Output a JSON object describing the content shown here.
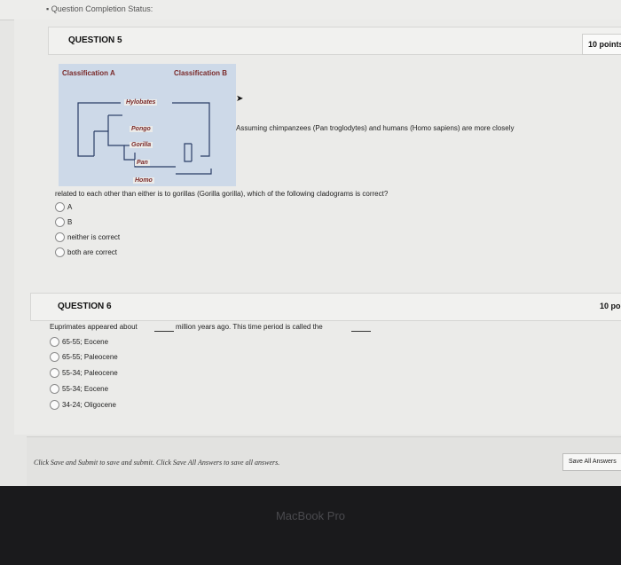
{
  "status": {
    "label": "Question Completion Status:"
  },
  "q5": {
    "title": "QUESTION 5",
    "points": "10 points",
    "classification_a": "Classification A",
    "classification_b": "Classification B",
    "taxa": [
      "Hylobates",
      "Pongo",
      "Gorilla",
      "Pan",
      "Homo"
    ],
    "prompt_line1": "Assuming chimpanzees (Pan troglodytes) and humans (Homo sapiens) are more closely",
    "prompt_line2": "related to each other than either is to gorillas (Gorilla gorilla), which of the following cladograms is correct?",
    "options": [
      "A",
      "B",
      "neither is correct",
      "both are correct"
    ]
  },
  "q6": {
    "title": "QUESTION 6",
    "points": "10 po",
    "prompt_part1": "Euprimates appeared about",
    "prompt_part2": "million years ago.  This time period is called the",
    "options": [
      "65-55; Eocene",
      "65-55; Paleocene",
      "55-34; Paleocene",
      "55-34; Eocene",
      "34-24; Oligocene"
    ]
  },
  "footer": {
    "instructions": "Click Save and Submit to save and submit. Click Save All Answers to save all answers.",
    "save_all_label": "Save All Answers"
  },
  "bezel": {
    "label": "MacBook Pro"
  }
}
